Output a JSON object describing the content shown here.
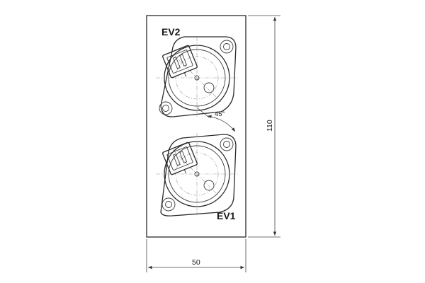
{
  "labels": {
    "top_valve": "EV2",
    "bottom_valve": "EV1",
    "angle": "45°",
    "width": "50",
    "height": "110"
  }
}
